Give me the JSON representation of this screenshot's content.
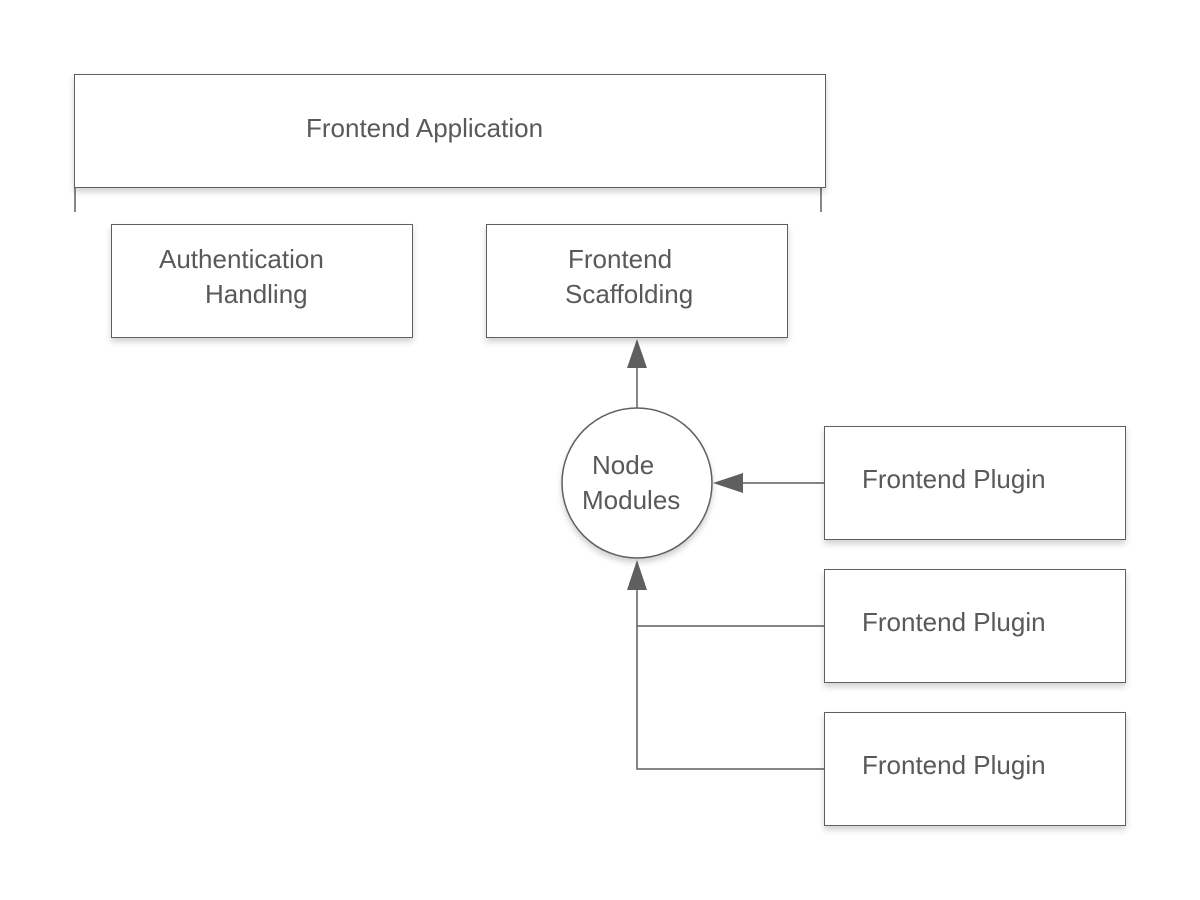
{
  "diagram": {
    "colors": {
      "stroke": "#5f5f5f",
      "text": "#595959",
      "fill": "#ffffff"
    },
    "nodes": {
      "frontend_application": {
        "label": "Frontend Application"
      },
      "authentication_handling": {
        "lines": [
          "Authentication",
          "Handling"
        ]
      },
      "frontend_scaffolding": {
        "lines": [
          "Frontend",
          "Scaffolding"
        ]
      },
      "node_modules": {
        "lines": [
          "Node",
          "Modules"
        ]
      },
      "frontend_plugins": [
        {
          "label": "Frontend Plugin"
        },
        {
          "label": "Frontend Plugin"
        },
        {
          "label": "Frontend Plugin"
        }
      ]
    }
  }
}
